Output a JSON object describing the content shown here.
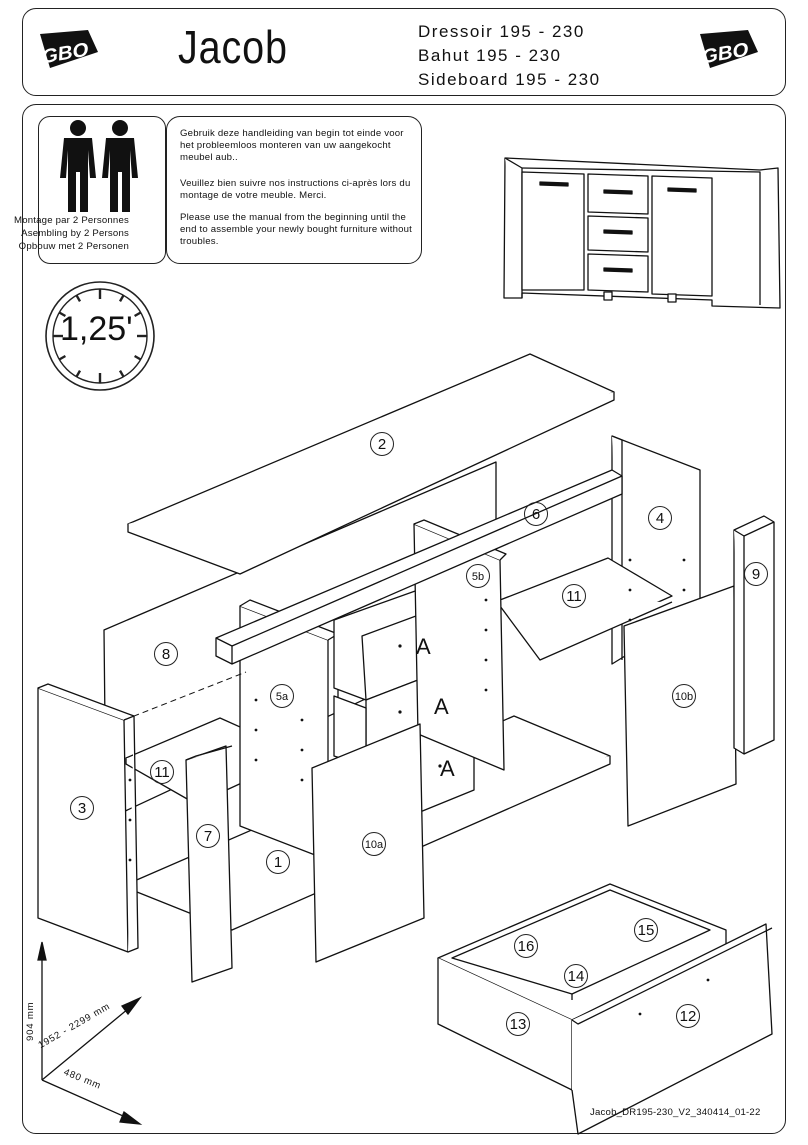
{
  "header": {
    "product_name": "Jacob",
    "subtitles": [
      "Dressoir 195 - 230",
      "Bahut 195 - 230",
      "Sideboard 195 - 230"
    ],
    "logo_text": "GBO"
  },
  "persons": {
    "lines": [
      "Montage par 2 Personnes",
      "Asembling by 2 Persons",
      "Opbouw met 2 Personen"
    ]
  },
  "instructions": {
    "nl": "Gebruik deze handleiding van begin tot einde voor het probleemloos monteren van uw aangekocht meubel aub..",
    "fr": "Veuillez bien suivre nos instructions ci-après lors du montage de votre meuble. Merci.",
    "en": "Please use the manual from the beginning until the end to assemble your newly bought furniture without troubles."
  },
  "clock": {
    "time": "1,25'"
  },
  "parts": {
    "p1": "1",
    "p2": "2",
    "p3": "3",
    "p4": "4",
    "p5a": "5a",
    "p5b": "5b",
    "p6": "6",
    "p7": "7",
    "p8": "8",
    "p9": "9",
    "p10a": "10a",
    "p10b": "10b",
    "p11a": "11",
    "p11b": "11",
    "p12": "12",
    "p13": "13",
    "p14": "14",
    "p15": "15",
    "p16": "16"
  },
  "drawer_letter": "A",
  "dimensions": {
    "height": "904 mm",
    "width": "1952 - 2299 mm",
    "depth": "480 mm"
  },
  "footer": {
    "doc_code": "Jacob_DR195-230_V2_340414_01-22"
  }
}
